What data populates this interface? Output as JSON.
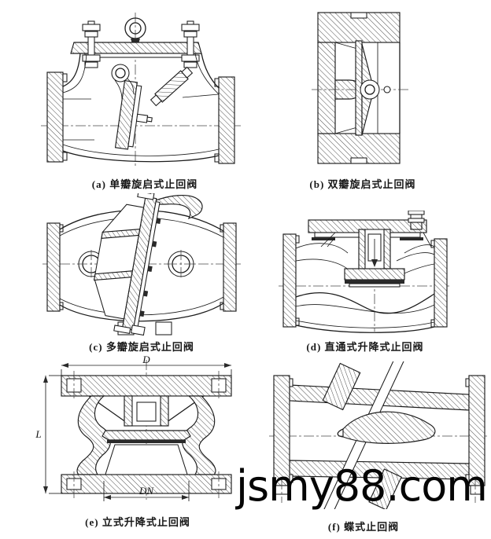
{
  "page": {
    "background": "#ffffff",
    "ink": "#1c1c1c"
  },
  "watermark": {
    "text": "jsmy88.com"
  },
  "figures": [
    {
      "key": "a",
      "label": "(a) 单瓣旋启式止回阀"
    },
    {
      "key": "b",
      "label": "(b) 双瓣旋启式止回阀"
    },
    {
      "key": "c",
      "label": "(c) 多瓣旋启式止回阀"
    },
    {
      "key": "d",
      "label": "(d) 直通式升降式止回阀"
    },
    {
      "key": "e",
      "label": "(e) 立式升降式止回阀",
      "dims": {
        "diameter": "D",
        "length": "L",
        "nominal": "DN"
      }
    },
    {
      "key": "f",
      "label": "(f) 蝶式止回阀"
    }
  ]
}
